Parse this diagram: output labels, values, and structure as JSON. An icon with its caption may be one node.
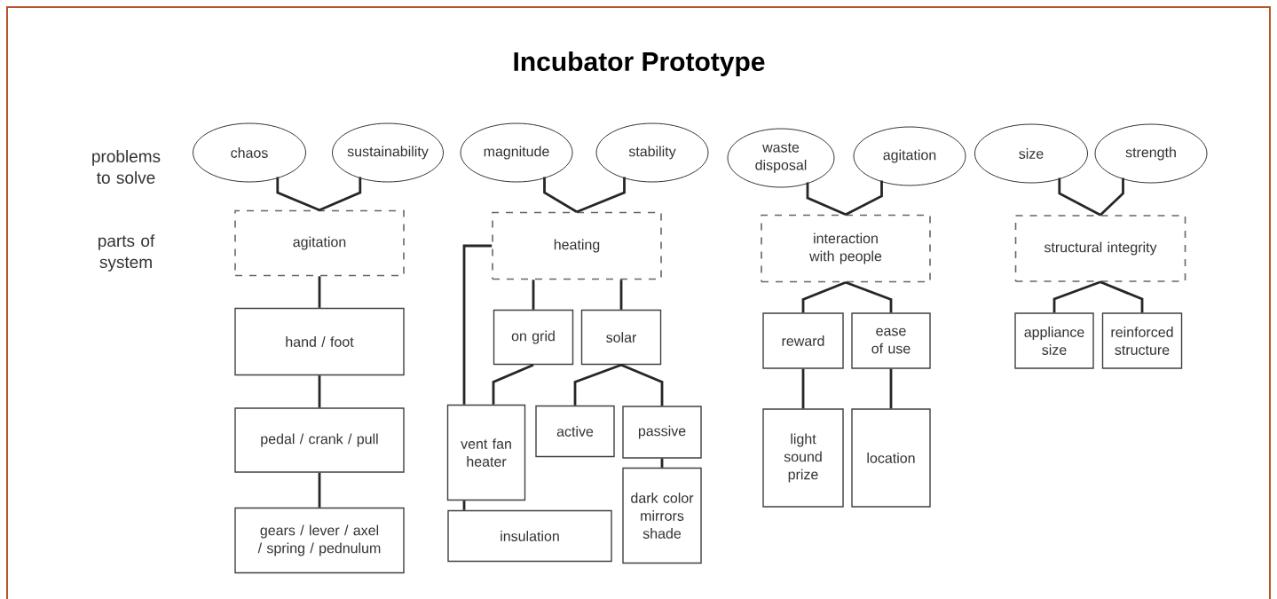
{
  "diagram": {
    "title": "Incubator Prototype",
    "nodes": [
      {
        "text": [
          "chaos"
        ]
      },
      {
        "text": [
          "sustainability"
        ]
      },
      {
        "text": [
          "magnitude"
        ]
      },
      {
        "text": [
          "stability"
        ]
      },
      {
        "text": [
          "waste disposal"
        ]
      },
      {
        "text": [
          "agitation"
        ]
      },
      {
        "text": [
          "size"
        ]
      },
      {
        "text": [
          "strength"
        ]
      },
      {
        "text": [
          "agitation"
        ]
      },
      {
        "text": [
          "heating"
        ]
      },
      {
        "text": [
          "interaction with people"
        ]
      },
      {
        "text": [
          "structural integrity"
        ]
      },
      {
        "text": [
          "hand / foot"
        ]
      },
      {
        "text": [
          "pedal / crank /  pull"
        ]
      },
      {
        "text": [
          "gears / lever / axel / spring / pednulum"
        ]
      },
      {
        "text": [
          "on grid"
        ]
      },
      {
        "text": [
          "solar"
        ]
      },
      {
        "text": [
          "vent fan heater"
        ]
      },
      {
        "text": [
          "active"
        ]
      },
      {
        "text": [
          "passive"
        ]
      },
      {
        "text": [
          "insulation"
        ]
      },
      {
        "text": [
          "dark color mirrors shade"
        ]
      },
      {
        "text": [
          "reward"
        ]
      },
      {
        "text": [
          "ease of use"
        ]
      },
      {
        "text": [
          "light sound prize"
        ]
      },
      {
        "text": [
          "location"
        ]
      },
      {
        "text": [
          "appliance size"
        ]
      },
      {
        "text": [
          "reinforced structure"
        ]
      }
    ],
    "edges": [
      {
        "from": 0,
        "to": 8,
        "arrow": "none"
      },
      {
        "from": 1,
        "to": 8,
        "arrow": "none"
      },
      {
        "from": 2,
        "to": 9,
        "arrow": "none"
      },
      {
        "from": 3,
        "to": 9,
        "arrow": "none"
      },
      {
        "from": 4,
        "to": 10,
        "arrow": "none"
      },
      {
        "from": 5,
        "to": 10,
        "arrow": "none"
      },
      {
        "from": 6,
        "to": 11,
        "arrow": "none"
      },
      {
        "from": 7,
        "to": 11,
        "arrow": "none"
      },
      {
        "from": 8,
        "to": 12,
        "arrow": "none"
      },
      {
        "from": 12,
        "to": 13,
        "arrow": "none"
      },
      {
        "from": 13,
        "to": 14,
        "arrow": "none"
      },
      {
        "from": 9,
        "to": 15,
        "arrow": "none"
      },
      {
        "from": 9,
        "to": 16,
        "arrow": "none"
      },
      {
        "from": 9,
        "to": 17,
        "arrow": "none"
      },
      {
        "from": 15,
        "to": 17,
        "arrow": "none"
      },
      {
        "from": 16,
        "to": 18,
        "arrow": "none"
      },
      {
        "from": 16,
        "to": 19,
        "arrow": "none"
      },
      {
        "from": 17,
        "to": 20,
        "arrow": "none"
      },
      {
        "from": 19,
        "to": 21,
        "arrow": "none"
      },
      {
        "from": 10,
        "to": 22,
        "arrow": "none"
      },
      {
        "from": 10,
        "to": 23,
        "arrow": "none"
      },
      {
        "from": 22,
        "to": 24,
        "arrow": "none"
      },
      {
        "from": 23,
        "to": 25,
        "arrow": "none"
      },
      {
        "from": 11,
        "to": 26,
        "arrow": "none"
      },
      {
        "from": 11,
        "to": 27,
        "arrow": "none"
      }
    ],
    "labels": [
      "problems to solve",
      "parts of system"
    ]
  }
}
